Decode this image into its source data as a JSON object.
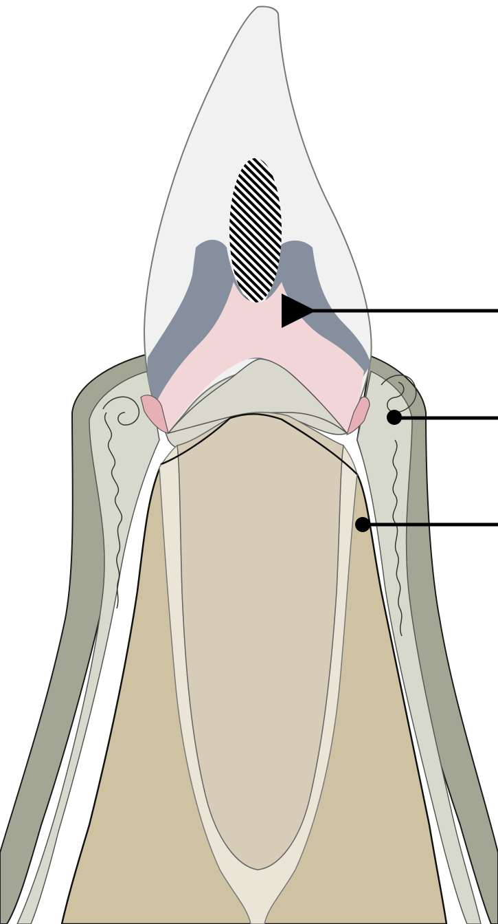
{
  "diagram": {
    "subject": "tooth-longitudinal-section",
    "labels_visible": false,
    "colors": {
      "background": "#ffffff",
      "enamel": "#f1f1f1",
      "dentin_cap": "#858f9d",
      "pulp_horn": "#f1d5d7",
      "dentin": "#d8d8cc",
      "gum_outer": "#a4a695",
      "gum_inner": "#d8d9cd",
      "crevice_pink": "#e7b0b5",
      "bone": "#cfc2a2",
      "pulp_canal_fill": "#d6ccb8",
      "canal_wall": "#ebe5d8",
      "outline": "#1a1a1a",
      "leader_line": "#000000"
    },
    "pointers": [
      {
        "name": "pointer-dentin-cap",
        "kind": "arrow"
      },
      {
        "name": "pointer-gingival-sulcus",
        "kind": "dot"
      },
      {
        "name": "pointer-alveolar-bone",
        "kind": "dot"
      }
    ]
  }
}
